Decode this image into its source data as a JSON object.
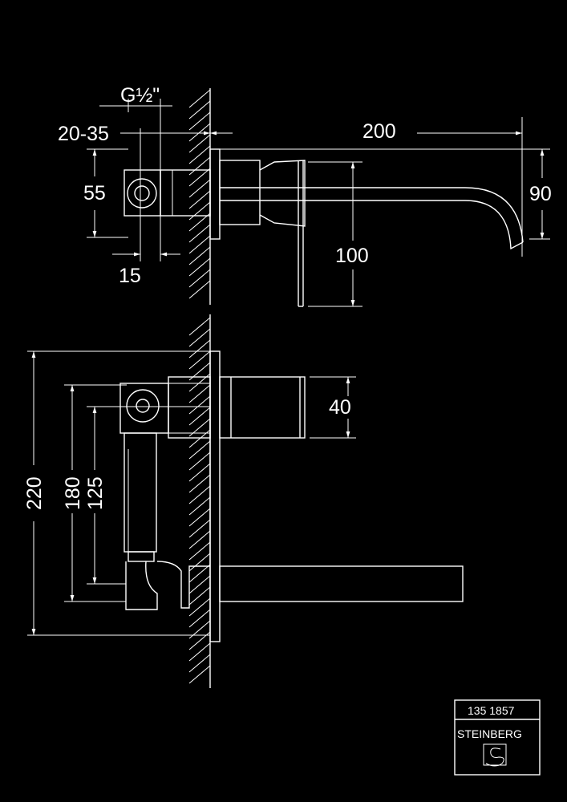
{
  "title_block": {
    "code": "135 1857",
    "brand": "STEINBERG"
  },
  "side_view": {
    "thread": "G½\"",
    "wall_depth": "20-35",
    "spout_length": "200",
    "spout_height": "90",
    "flange_height": "55",
    "flange_depth": "15",
    "plate_height": "100"
  },
  "front_view": {
    "handle_height": "40",
    "overall_height": "220",
    "axis_distance": "180",
    "spout_axis_distance": "125"
  },
  "colors": {
    "background": "#000000",
    "line": "#ffffff"
  }
}
